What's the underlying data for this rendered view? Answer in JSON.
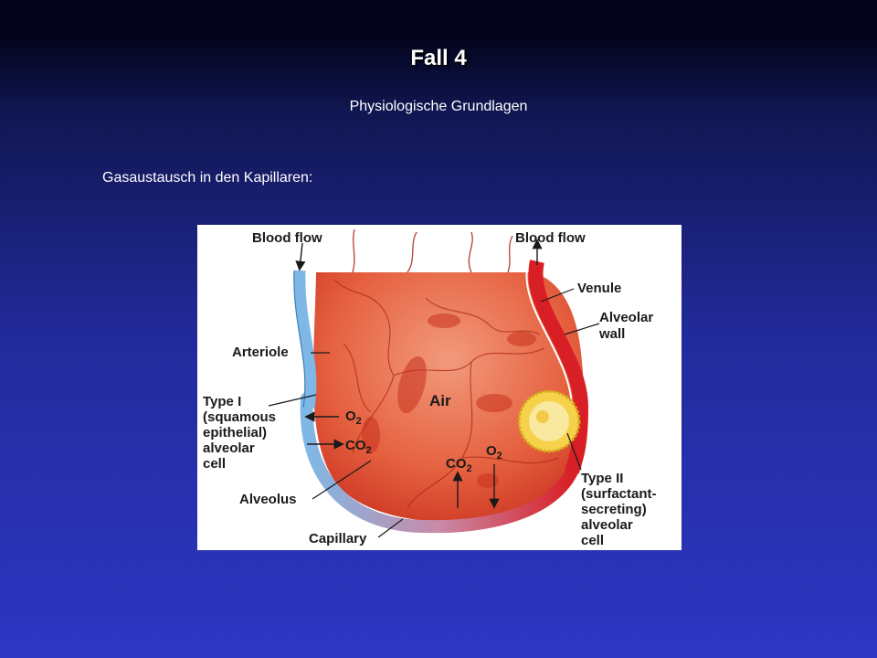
{
  "slide": {
    "title": "Fall 4",
    "subtitle": "Physiologische Grundlagen",
    "section_label": "Gasaustausch in den Kapillaren:"
  },
  "diagram": {
    "labels": {
      "blood_flow_left": "Blood flow",
      "blood_flow_right": "Blood flow",
      "venule": "Venule",
      "alveolar_wall_1": "Alveolar",
      "alveolar_wall_2": "wall",
      "arteriole": "Arteriole",
      "type1_1": "Type I",
      "type1_2": "(squamous",
      "type1_3": "epithelial)",
      "type1_4": "alveolar",
      "type1_5": "cell",
      "air": "Air",
      "o2_left": "O",
      "co2_left": "CO",
      "co2_bottom": "CO",
      "o2_bottom": "O",
      "sub_2": "2",
      "alveolus": "Alveolus",
      "capillary": "Capillary",
      "type2_1": "Type II",
      "type2_2": "(surfactant-",
      "type2_3": "secreting)",
      "type2_4": "alveolar",
      "type2_5": "cell"
    },
    "colors": {
      "arteriole": "#7fb8e6",
      "venule": "#d81f26",
      "alveolus": "#e2553c",
      "alveolus_light": "#f08a6a",
      "type2_cell": "#f5d24a"
    }
  }
}
